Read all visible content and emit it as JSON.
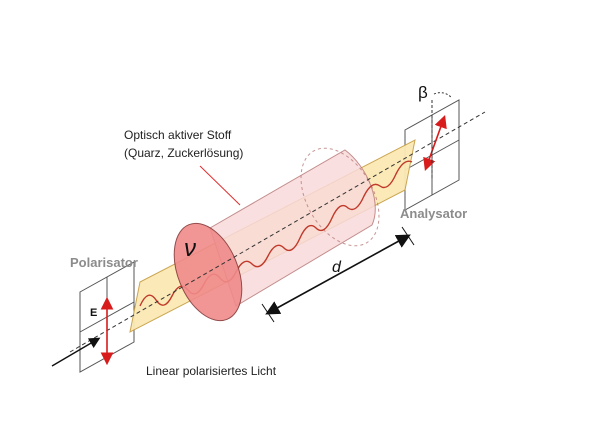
{
  "labels": {
    "medium_line1": "Optisch aktiver Stoff",
    "medium_line2": "(Quarz, Zuckerlösung)",
    "analyzer": "Analysator",
    "polarizer": "Polarisator",
    "light": "Linear polarisiertes Licht",
    "length_symbol": "d",
    "nu_symbol": "ν",
    "beta_symbol": "β",
    "field_symbol": "E"
  },
  "colors": {
    "beam_fill": "#fbe9b4",
    "beam_stroke": "#c9a24a",
    "cylinder_fill": "#f9dada",
    "cylinder_end": "#f08a8a",
    "wave": "#c0392b",
    "arrow_red": "#d81b1b",
    "label_gray": "#8c8c8c",
    "label_black": "#222222",
    "pointer": "#e03030"
  }
}
